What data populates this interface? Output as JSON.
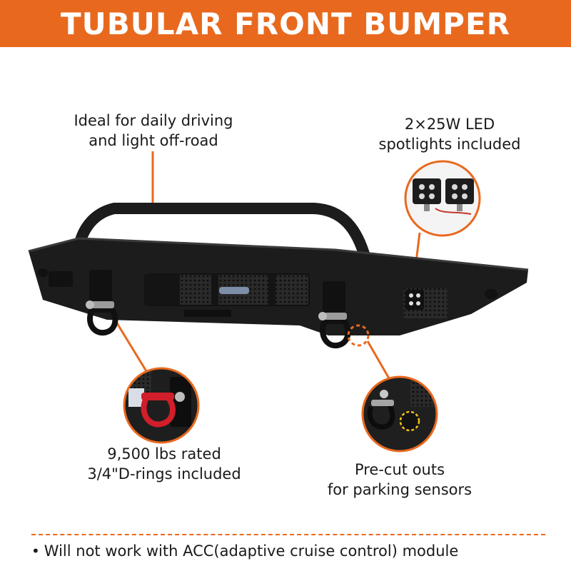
{
  "title": "TUBULAR FRONT BUMPER",
  "callouts": {
    "daily_driving": [
      "Ideal for daily driving",
      "and light off-road"
    ],
    "led_spotlights": [
      "2×25W LED",
      "spotlights included"
    ],
    "d_rings": [
      "9,500 lbs rated",
      "3/4\"D-rings included"
    ],
    "sensors": [
      "Pre-cut outs",
      "for parking sensors"
    ]
  },
  "note": "Will not work with ACC(adaptive cruise control) module",
  "colors": {
    "accent": "#e8691e",
    "bumper": "#1c1c1c",
    "shackle_red": "#d01e2a",
    "sensor_ring": "#f2c21a"
  }
}
